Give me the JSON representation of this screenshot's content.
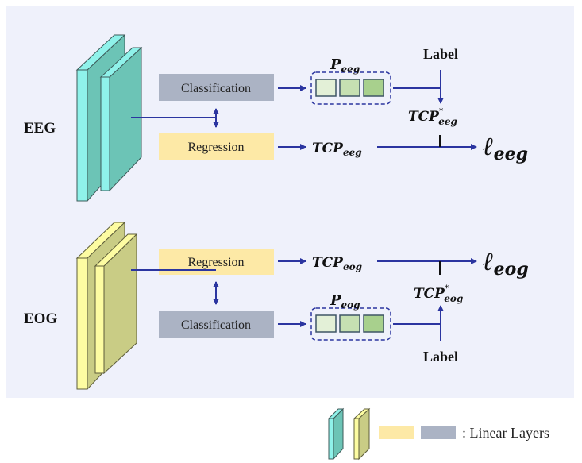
{
  "eeg": {
    "label": "EEG",
    "classification": "Classification",
    "regression": "Regression",
    "p": {
      "base": "P",
      "sub": "eeg"
    },
    "tcp": {
      "base": "TCP",
      "sub": "eeg"
    },
    "tcp_star": {
      "base": "TCP",
      "sup": "*",
      "sub": "eeg"
    },
    "true_label": "Label",
    "loss": {
      "base": "ℓ",
      "sub": "eeg"
    }
  },
  "eog": {
    "label": "EOG",
    "classification": "Classification",
    "regression": "Regression",
    "p": {
      "base": "P",
      "sub": "eog"
    },
    "tcp": {
      "base": "TCP",
      "sub": "eog"
    },
    "tcp_star": {
      "base": "TCP",
      "sup": "*",
      "sub": "eog"
    },
    "true_label": "Label",
    "loss": {
      "base": "ℓ",
      "sub": "eog"
    }
  },
  "legend": {
    "text": ": Linear Layers"
  },
  "colors": {
    "panel": "#eff1fb",
    "arrow": "#2b35a0",
    "classification": "#abb3c4",
    "regression": "#fde9a6",
    "eeg_front": "#8ff2ea",
    "eeg_side": "#6cc4b6",
    "eog_front": "#fdfca2",
    "eog_side": "#c9cc85",
    "prob": [
      "#e3f0d7",
      "#c6e0b2",
      "#a8d08d"
    ]
  }
}
